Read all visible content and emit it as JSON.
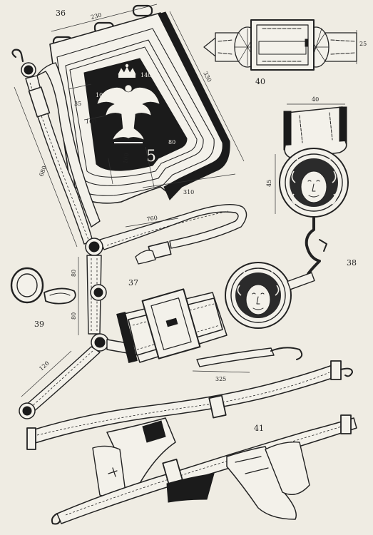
{
  "figures": {
    "fig36": "36",
    "fig37": "37",
    "fig38": "38",
    "fig39": "39",
    "fig40": "40",
    "fig41": "41"
  },
  "sabretache": {
    "regiment_number": "5",
    "dimensions": {
      "top_width": "230",
      "side_height": "330",
      "bottom_width": "310",
      "border_10_top": "10",
      "border_140_right": "140",
      "border_35_left": "35",
      "border_100_left": "100",
      "border_80_right": "80",
      "border_100_bottom": "100"
    }
  },
  "shoulder_belt": {
    "dimensions": {
      "length_left": "680",
      "width_bottom": "760",
      "segment_80_a": "80",
      "segment_80_b": "80",
      "segment_120": "120"
    }
  },
  "buckle_40": {
    "width": "25"
  },
  "medusa_buckle_38": {
    "height": "45",
    "width": "40",
    "belt_width": "325"
  },
  "colors": {
    "ink": "#222222",
    "paper": "#efece3",
    "solid_fill": "#1b1b1b"
  },
  "icons": [
    "eagle-emblem",
    "imperial-crown",
    "medusa-head",
    "lion-head-boss"
  ]
}
